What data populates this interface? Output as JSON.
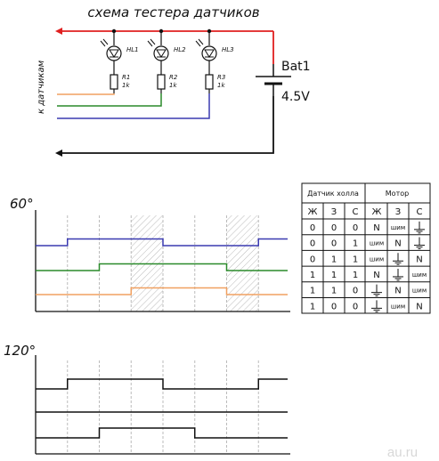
{
  "schematic": {
    "title": "схема тестера датчиков",
    "sensor_label": "к датчикам",
    "battery_name": "Bat1",
    "battery_voltage": "4.5V",
    "leds": [
      {
        "name": "HL1",
        "resistor": "R1",
        "value": "1k"
      },
      {
        "name": "HL2",
        "resistor": "R2",
        "value": "1k"
      },
      {
        "name": "HL3",
        "resistor": "R3",
        "value": "1k"
      }
    ],
    "colors": {
      "positive": "#e02020",
      "orange": "#f0a060",
      "green": "#2a8a2a",
      "blue": "#3a3ab0",
      "ground": "#111111"
    }
  },
  "table": {
    "group_headers": [
      "Датчик холла",
      "Мотор"
    ],
    "col_headers": [
      "Ж",
      "З",
      "С",
      "Ж",
      "З",
      "С"
    ],
    "rows": [
      [
        "0",
        "0",
        "0",
        "N",
        "шим",
        "gnd"
      ],
      [
        "0",
        "0",
        "1",
        "шим",
        "N",
        "gnd"
      ],
      [
        "0",
        "1",
        "1",
        "шим",
        "gnd",
        "N"
      ],
      [
        "1",
        "1",
        "1",
        "N",
        "gnd",
        "шим"
      ],
      [
        "1",
        "1",
        "0",
        "gnd",
        "N",
        "шим"
      ],
      [
        "1",
        "0",
        "0",
        "gnd",
        "шим",
        "N"
      ]
    ]
  },
  "timing": {
    "label_60": "60°",
    "label_120": "120°",
    "chart_60": {
      "colors": [
        "#3a3ab0",
        "#2a8a2a",
        "#f0a060"
      ],
      "signals": [
        [
          0,
          1,
          1,
          1,
          0,
          0,
          0,
          1
        ],
        [
          0,
          0,
          1,
          1,
          1,
          1,
          0,
          0
        ],
        [
          0,
          0,
          0,
          1,
          1,
          1,
          0,
          0
        ]
      ],
      "hatched_slots": [
        3,
        6
      ]
    },
    "chart_120": {
      "colors": [
        "#111111",
        "#111111",
        "#111111"
      ],
      "signals": [
        [
          0,
          1,
          1,
          1,
          0,
          0,
          0,
          1
        ],
        [
          0,
          0,
          0,
          0,
          0,
          0,
          0,
          0
        ],
        [
          0,
          0,
          1,
          1,
          1,
          0,
          0,
          0
        ]
      ]
    }
  },
  "watermark": "au.ru"
}
